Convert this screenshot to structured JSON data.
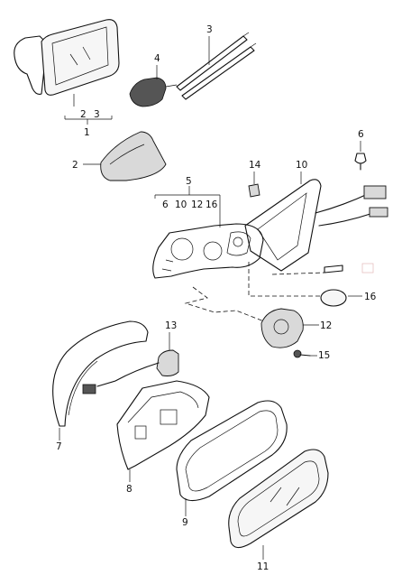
{
  "callouts": {
    "c1": "1",
    "c1_sub_a": "2",
    "c1_sub_b": "3",
    "c2": "2",
    "c3": "3",
    "c4": "4",
    "c5": "5",
    "c5_sub_a": "6",
    "c5_sub_b": "10",
    "c5_sub_c": "12",
    "c5_sub_d": "16",
    "c6": "6",
    "c7": "7",
    "c8": "8",
    "c9": "9",
    "c10": "10",
    "c11": "11",
    "c12": "12",
    "c13": "13",
    "c14": "14",
    "c15": "15",
    "c16": "16"
  }
}
